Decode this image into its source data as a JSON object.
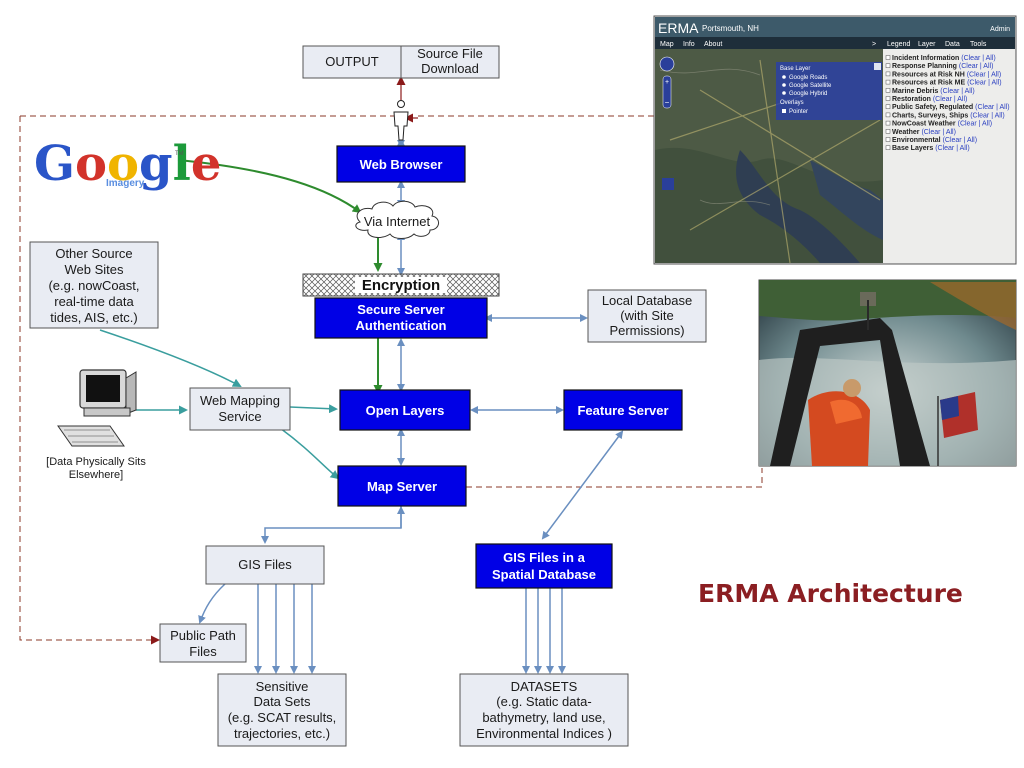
{
  "title": "ERMA Architecture",
  "nodes": {
    "output": "OUTPUT",
    "source_file_download": [
      "Source File",
      "Download"
    ],
    "web_browser": "Web Browser",
    "via_internet": "Via Internet",
    "encryption": "Encryption",
    "secure_server": [
      "Secure Server",
      "Authentication"
    ],
    "local_database": [
      "Local Database",
      "(with Site",
      "Permissions)"
    ],
    "other_sources": [
      "Other Source",
      "Web Sites",
      "(e.g. nowCoast,",
      "real-time data",
      "tides, AIS, etc.)"
    ],
    "web_mapping_service": [
      "Web Mapping",
      "Service"
    ],
    "open_layers": "Open Layers",
    "feature_server": "Feature Server",
    "map_server": "Map Server",
    "data_elsewhere": [
      "[Data Physically Sits",
      "Elsewhere]"
    ],
    "gis_files": "GIS Files",
    "gis_spatial_db": [
      "GIS Files in a",
      "Spatial Database"
    ],
    "public_path_files": [
      "Public Path",
      "Files"
    ],
    "sensitive_data": [
      "Sensitive",
      "Data Sets",
      "(e.g. SCAT results,",
      "trajectories, etc.)"
    ],
    "datasets": [
      "DATASETS",
      "(e.g. Static data-",
      "bathymetry, land use,",
      "Environmental Indices )"
    ]
  },
  "google_logo": "Google",
  "google_sub": "Imagery",
  "screenshot": {
    "app": "ERMA",
    "location": "Portsmouth, NH",
    "admin": "Admin",
    "menu_left": [
      "Map",
      "Info",
      "About"
    ],
    "menu_right": [
      ">",
      "Legend",
      "Layer",
      "Data",
      "Tools"
    ],
    "base_layer_title": "Base Layer",
    "base_layers": [
      "Google Roads",
      "Google Satellite",
      "Google Hybrid"
    ],
    "overlays_title": "Overlays",
    "overlays": [
      "Pointer"
    ],
    "layers": [
      {
        "name": "Incident Information",
        "links": "(Clear | All)"
      },
      {
        "name": "Response Planning",
        "links": "(Clear | All)"
      },
      {
        "name": "Resources at Risk NH",
        "links": "(Clear | All)"
      },
      {
        "name": "Resources at Risk ME",
        "links": "(Clear | All)"
      },
      {
        "name": "Marine Debris",
        "links": "(Clear | All)"
      },
      {
        "name": "Restoration",
        "links": "(Clear | All)"
      },
      {
        "name": "Public Safety, Regulated",
        "links": "(Clear | All)"
      },
      {
        "name": "Charts, Surveys, Ships",
        "links": "(Clear | All)"
      },
      {
        "name": "NowCoast Weather",
        "links": "(Clear | All)"
      },
      {
        "name": "Weather",
        "links": "(Clear | All)"
      },
      {
        "name": "Environmental",
        "links": "(Clear | All)"
      },
      {
        "name": "Base Layers",
        "links": "(Clear | All)"
      }
    ]
  },
  "colors": {
    "blue_box": "#0000e6",
    "grey_box": "#e9ecf3",
    "green_arrow": "#2e8b2e",
    "teal_arrow": "#3a9e9e",
    "steel_arrow": "#6a8fc0",
    "dashed": "#8b3a2a",
    "title": "#8b1e22"
  }
}
